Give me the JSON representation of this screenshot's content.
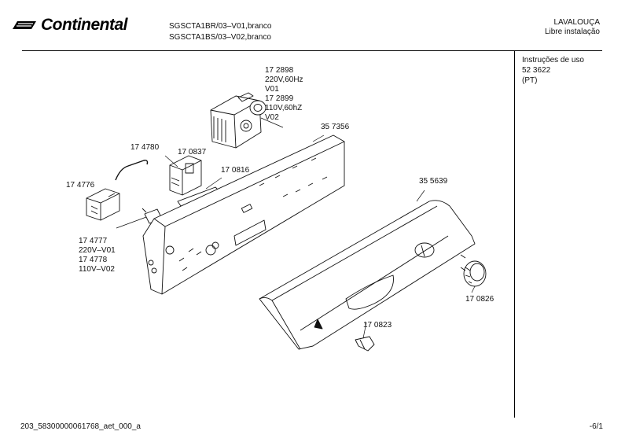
{
  "header": {
    "brand": "Continental",
    "models": [
      "SGSCTA1BR/03–V01,branco",
      "SGSCTA1BS/03–V02,branco"
    ],
    "category": "LAVALOUÇA",
    "subcategory": "Libre instalação"
  },
  "side_panel": {
    "lines": [
      "Instruções de uso",
      "52 3622",
      "(PT)"
    ]
  },
  "parts": {
    "timer": [
      "17 2898",
      "220V,60Hz",
      "V01",
      "17 2899",
      "110V,60hZ",
      "V02"
    ],
    "panel_frame": "35 7356",
    "clip": "17 4780",
    "switch_housing": "17 0837",
    "indicator": "17 0816",
    "switch_block": "17 4776",
    "lamp": [
      "17 4777",
      "220V–V01",
      "17 4778",
      "110V–V02"
    ],
    "fascia": "35 5639",
    "knob": "17 0826",
    "handle": "17 0823"
  },
  "footer": {
    "doc_id": "203_58300000061768_aet_000_a",
    "page": "-6/1"
  }
}
